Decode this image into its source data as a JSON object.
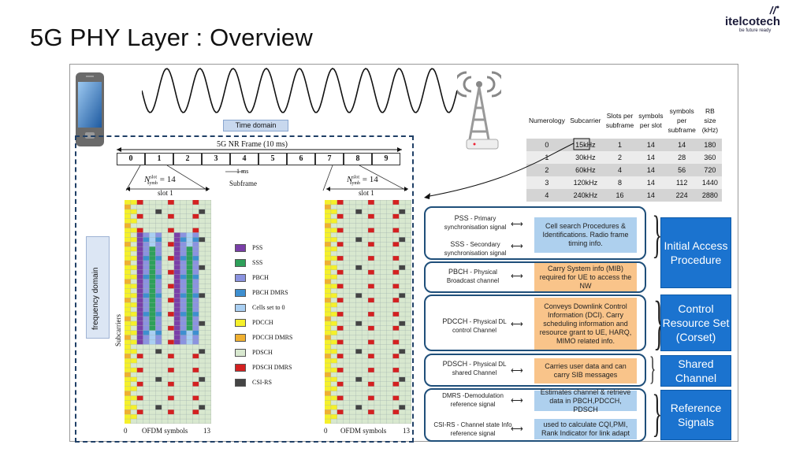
{
  "slide": {
    "title": "5G PHY Layer : Overview",
    "logo_name": "itelcotech",
    "logo_tagline": "be future ready"
  },
  "diagram": {
    "time_domain": "Time domain",
    "nr_frame": "5G NR Frame (10 ms)",
    "subframes": [
      "0",
      "1",
      "2",
      "3",
      "4",
      "5",
      "6",
      "7",
      "8",
      "9"
    ],
    "ms_label": "1 ms",
    "subframe_label": "Subframe",
    "nsymb": "N",
    "nsymb_sup": "slot",
    "nsymb_sub": "symb",
    "nsymb_value": "= 14",
    "slot_label": "slot 1",
    "frequency_domain": "frequency domain",
    "subcarriers": "Subcarriers",
    "ofdm_symbols": "OFDM symbols",
    "axis_start": "0",
    "axis_end": "13",
    "legend": [
      {
        "label": "PSS",
        "color": "#7a3fa8"
      },
      {
        "label": "SSS",
        "color": "#2ea05a"
      },
      {
        "label": "PBCH",
        "color": "#8b93e0"
      },
      {
        "label": "PBCH DMRS",
        "color": "#3e8fd0"
      },
      {
        "label": "Cells set to 0",
        "color": "#a9cff2"
      },
      {
        "label": "PDCCH",
        "color": "#f5f02a"
      },
      {
        "label": "PDCCH DMRS",
        "color": "#f0b030"
      },
      {
        "label": "PDSCH",
        "color": "#d8e8cf"
      },
      {
        "label": "PDSCH DMRS",
        "color": "#d42020"
      },
      {
        "label": "CSI-RS",
        "color": "#444444"
      }
    ]
  },
  "numerology_table": {
    "headers": [
      "Numerology",
      "Subcarrier",
      "Slots per subframe",
      "symbols per slot",
      "symbols per subframe",
      "RB size (kHz)"
    ],
    "rows": [
      [
        "0",
        "15kHz",
        "1",
        "14",
        "14",
        "180"
      ],
      [
        "1",
        "30kHz",
        "2",
        "14",
        "28",
        "360"
      ],
      [
        "2",
        "60kHz",
        "4",
        "14",
        "56",
        "720"
      ],
      [
        "3",
        "120kHz",
        "8",
        "14",
        "112",
        "1440"
      ],
      [
        "4",
        "240kHz",
        "16",
        "14",
        "224",
        "2880"
      ]
    ]
  },
  "channels": {
    "pss": {
      "name": "PSS",
      "rest": " - Primary synchronisation signal"
    },
    "sss": {
      "name": "SSS",
      "rest": " - Secondary synchronisation signal"
    },
    "pss_sss_desc": "Cell search Procedures & Identifications. Radio frame timing info.",
    "pbch": {
      "name": "PBCH",
      "rest": " - Physical Broadcast channel"
    },
    "pbch_desc": "Carry System info (MIB) required for UE to access the NW",
    "pdcch": {
      "name": "PDCCH",
      "rest": " - Physical DL control Channel"
    },
    "pdcch_desc": "Conveys Downlink Control Information (DCI). Carry scheduling information and resource grant to UE, HARQ, MIMO related info.",
    "pdsch": {
      "name": "PDSCH",
      "rest": " - Physical DL shared Channel"
    },
    "pdsch_desc": "Carries user data and can carry SIB messages",
    "dmrs": {
      "name": "DMRS",
      "rest": " -Demodulation reference signal"
    },
    "dmrs_desc": "Estimates channel & retrieve data in PBCH,PDCCH, PDSCH",
    "csirs": {
      "name": "CSI-RS",
      "rest": " - Channel state Info reference signal"
    },
    "csirs_desc": "used to calculate CQI,PMI, Rank Indicator for link adapt"
  },
  "categories": {
    "initial_access": "Initial Access Procedure",
    "control": "Control Resource Set (Corset)",
    "shared": "Shared Channel",
    "reference": "Reference Signals"
  },
  "colors": {
    "category_blue": "#1b73cf",
    "desc_blue": "#aed0ee",
    "desc_orange": "#f9c48a",
    "group_border": "#1f4f7a"
  }
}
